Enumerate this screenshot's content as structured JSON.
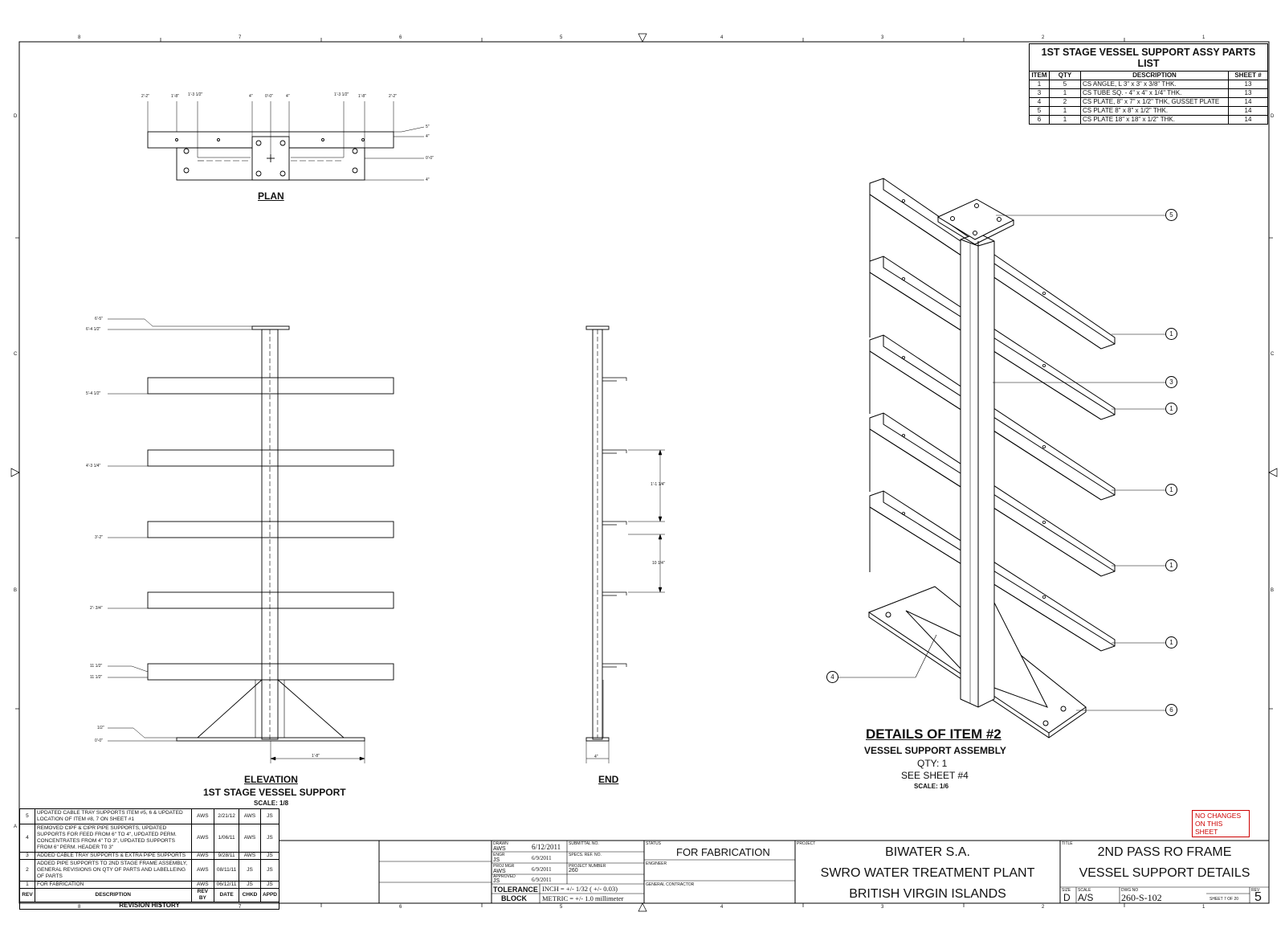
{
  "grid": {
    "columns": [
      "8",
      "7",
      "6",
      "5",
      "4",
      "3",
      "2",
      "1"
    ],
    "rows": [
      "D",
      "C",
      "B",
      "A"
    ]
  },
  "parts_list": {
    "title": "1ST STAGE VESSEL SUPPORT ASSY PARTS LIST",
    "headers": [
      "ITEM",
      "QTY",
      "DESCRIPTION",
      "SHEET #"
    ],
    "rows": [
      {
        "item": "1",
        "qty": "5",
        "desc": "CS ANGLE,  L 3\" x 3\" x 3/8\" THK.",
        "sheet": "13"
      },
      {
        "item": "3",
        "qty": "1",
        "desc": "CS TUBE SQ. - 4\" x 4\" x 1/4\" THK.",
        "sheet": "13"
      },
      {
        "item": "4",
        "qty": "2",
        "desc": "CS PLATE, 8\" x 7\" x 1/2\" THK, GUSSET PLATE",
        "sheet": "14"
      },
      {
        "item": "5",
        "qty": "1",
        "desc": "CS PLATE 8\" x 8\" x 1/2\" THK.",
        "sheet": "14"
      },
      {
        "item": "6",
        "qty": "1",
        "desc": "CS PLATE 18\" x 18\" x 1/2\" THK.",
        "sheet": "14"
      }
    ]
  },
  "plan": {
    "label": "PLAN",
    "top_dims": [
      "2'-2\"",
      "1'-8\"",
      "1'-3 1/2\"",
      "4\"",
      "0'-0\"",
      "4\"",
      "1'-3 1/2\"",
      "1'-8\"",
      "2'-2\""
    ],
    "side_dims": [
      "5\"",
      "4\"",
      "0'-0\"",
      "4\""
    ]
  },
  "elevation": {
    "label": "ELEVATION",
    "sublabel": "1ST STAGE VESSEL SUPPORT",
    "scale": "SCALE: 1/8",
    "dims": [
      "6'-5\"",
      "6'-4 1/2\"",
      "5'-4 1/2\"",
      "4'-3 1/4\"",
      "3'-2\"",
      "2'- 3/4\"",
      "11 1/2\"",
      "11 1/2\"",
      "1/2\"",
      "0'-0\""
    ],
    "bottom_dim": "1'-8\""
  },
  "end_view": {
    "label": "END",
    "dims": [
      "1'-1 1/4\"",
      "10 1/4\""
    ],
    "bottom_dim": "4\""
  },
  "detail": {
    "title": "DETAILS OF ITEM #2",
    "subtitle": "VESSEL SUPPORT ASSEMBLY",
    "qty": "QTY: 1",
    "see": "SEE SHEET #4",
    "scale": "SCALE: 1/6",
    "callouts": [
      "5",
      "1",
      "3",
      "1",
      "1",
      "1",
      "1",
      "4",
      "6"
    ]
  },
  "revisions": {
    "headers": [
      "REV",
      "DESCRIPTION",
      "REV BY",
      "DATE",
      "CHKD",
      "APPD"
    ],
    "footer": "REVISION HISTORY",
    "rows": [
      {
        "rev": "5",
        "desc": "UPDATED CABLE TRAY SUPPORTS ITEM #5, 6 & UPDATED LOCATION OF ITEM #8, 7 ON SHEET #1",
        "by": "AWS",
        "date": "2/21/12",
        "chkd": "AWS",
        "appd": "JS"
      },
      {
        "rev": "4",
        "desc": "REMOVED CIPF & CIPR PIPE SUPPORTS, UPDATED SUPPORTS FOR FEED FROM 6\" TO 4\", UPDATED PERM. CONCENTRATES FROM 4\" TO 3\", UPDATED SUPPORTS FROM 6\" PERM. HEADER T0 3\"",
        "by": "AWS",
        "date": "1/06/11",
        "chkd": "AWS",
        "appd": "JS"
      },
      {
        "rev": "3",
        "desc": "ADDED CABLE TRAY SUPPORTS & EXTRA PIPE SUPPORTS",
        "by": "AWS",
        "date": "9/28/11",
        "chkd": "AWS",
        "appd": "JS"
      },
      {
        "rev": "2",
        "desc": "ADDED PIPE SUPPORTS TO 2ND STAGE FRAME ASSEMBLY, GENERAL REVISIONS ON QTY OF PARTS AND LABELLEING OF PARTS",
        "by": "AWS",
        "date": "08/11/11",
        "chkd": "JS",
        "appd": "JS"
      },
      {
        "rev": "1",
        "desc": "FOR FABRICATION",
        "by": "AWS",
        "date": "06/12/11",
        "chkd": "JS",
        "appd": "JS"
      }
    ]
  },
  "no_changes": "NO CHANGES ON THIS SHEET",
  "title_block": {
    "drawn_label": "DRAWN",
    "drawn_by": "AWS",
    "drawn_date": "6/12/2011",
    "engr_label": "ENGR",
    "engr_by": "JS",
    "engr_date": "6/9/2011",
    "projmgr_label": "PROJ MGR",
    "projmgr_by": "AWS",
    "projmgr_date": "6/9/2011",
    "approved_label": "APPROVED",
    "approved_by": "JS",
    "approved_date": "6/9/2011",
    "submittal_label": "SUBMITTAL NO.",
    "specs_label": "SPECS. REF. NO.",
    "project_number_label": "PROJECT NUMBER",
    "project_number": "260",
    "tolerance_label1": "TOLERANCE",
    "tolerance_label2": "BLOCK",
    "tol_inch": "INCH = +/- 1/32 ( +/- 0.03)",
    "tol_metric": "METRIC = +/- 1.0 millimeter",
    "status_label": "STATUS",
    "status": "FOR FABRICATION",
    "engineer_label": "ENGINEER",
    "gc_label": "GENERAL CONTRACTOR",
    "project_label": "PROJECT",
    "project_line1": "BIWATER S.A.",
    "project_line2": "SWRO WATER TREATMENT PLANT",
    "project_line3": "BRITISH VIRGIN ISLANDS",
    "title_label": "TITLE",
    "title_line1": "2ND PASS RO FRAME",
    "title_line2": "VESSEL SUPPORT DETAILS",
    "size_label": "SIZE",
    "size": "D",
    "scale_label": "SCALE",
    "scale": "A/S",
    "dwg_label": "DWG NO",
    "dwg_no": "260-S-102",
    "sheet": "SHEET 7  OF 20",
    "rev_label": "REV",
    "rev": "5"
  }
}
